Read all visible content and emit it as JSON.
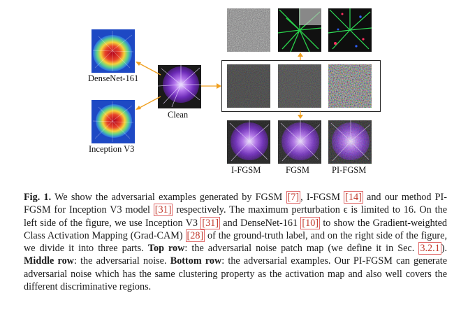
{
  "labels": {
    "densenet": "DenseNet-161",
    "inception": "Inception V3",
    "clean": "Clean",
    "ifgsm": "I-FGSM",
    "fgsm": "FGSM",
    "pifgsm": "PI-FGSM"
  },
  "caption": {
    "fig": "Fig. 1.",
    "t1": " We show the adversarial examples generated by FGSM ",
    "r1": "[7]",
    "t2": ", I-FGSM ",
    "r2": "[14]",
    "t3": " and our method PI-FGSM for Inception V3 model ",
    "r3": "[31]",
    "t4": " respectively. The maximum perturbation ϵ is limited to 16. On the left side of the figure, we use Inception V3 ",
    "r4": "[31]",
    "t5": " and DenseNet-161 ",
    "r5": "[10]",
    "t6": " to show the Gradient-weighted Class Activation Mapping (Grad-CAM) ",
    "r6": "[28]",
    "t7": " of the ground-truth label, and on the right side of the figure, we divide it into three parts. ",
    "b1": "Top row",
    "t8": ": the adversarial noise patch map (we define it in Sec. ",
    "r7": "3.2.1",
    "t9": "). ",
    "b2": "Middle row",
    "t10": ": the adversarial noise. ",
    "b3": "Bottom row",
    "t11": ": the adversarial examples. Our PI-FGSM can generate adversarial noise which has the same clustering property as the activation map and also well covers the different discriminative regions."
  }
}
